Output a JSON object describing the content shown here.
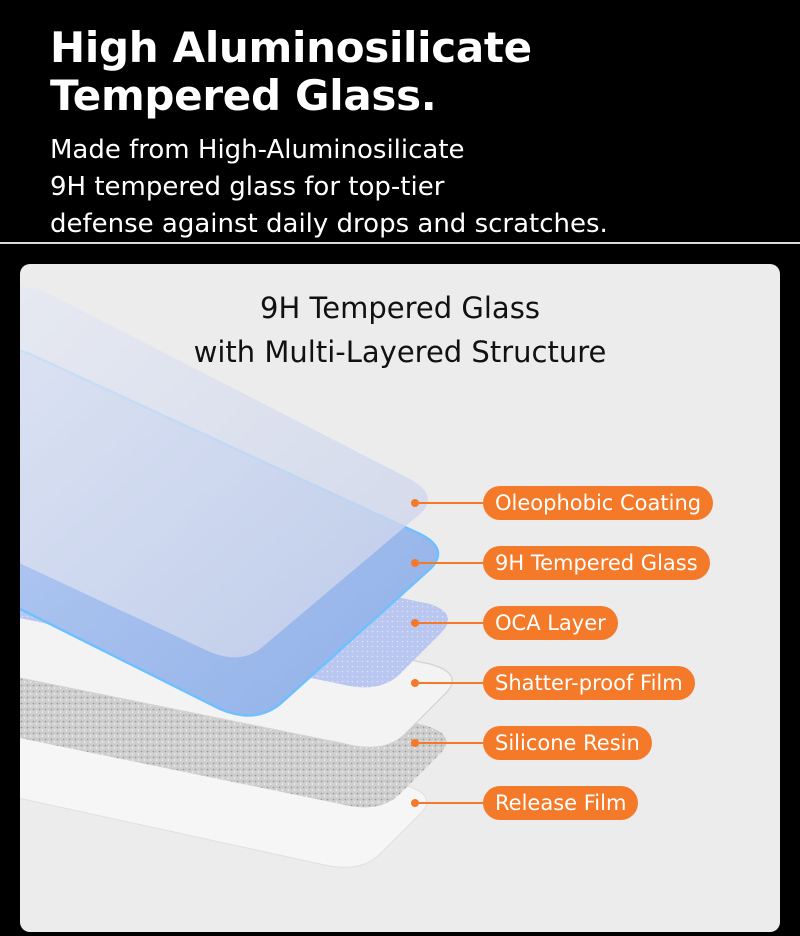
{
  "header": {
    "title_line1": "High Aluminosilicate",
    "title_line2": "Tempered Glass.",
    "desc_line1": "Made from High-Aluminosilicate",
    "desc_line2": "9H tempered glass for top-tier",
    "desc_line3": "defense against daily drops and scratches."
  },
  "diagram": {
    "title_line1": "9H Tempered Glass",
    "title_line2": "with Multi-Layered Structure",
    "layers": [
      {
        "label": "Oleophobic Coating"
      },
      {
        "label": "9H Tempered Glass"
      },
      {
        "label": "OCA Layer"
      },
      {
        "label": "Shatter-proof Film"
      },
      {
        "label": "Silicone Resin"
      },
      {
        "label": "Release Film"
      }
    ]
  },
  "colors": {
    "accent": "#f47a2a",
    "background": "#000000",
    "panel": "#ececec"
  }
}
